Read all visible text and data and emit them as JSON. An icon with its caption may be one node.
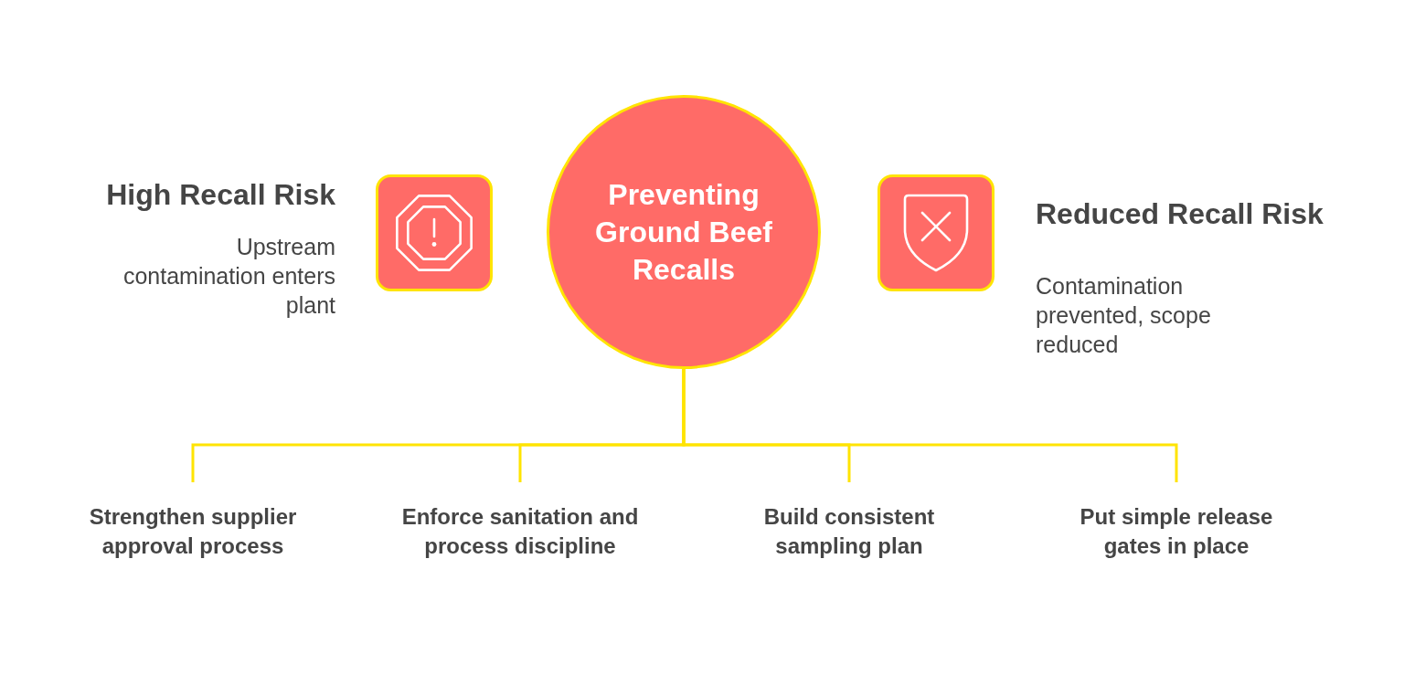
{
  "diagram": {
    "nodes": [
      {
        "text": [
          "High Recall Risk",
          "Upstream contamination enters plant"
        ]
      },
      {
        "text": [
          "Preventing Ground Beef Recalls"
        ]
      },
      {
        "text": [
          "Reduced Recall Risk",
          "Contamination prevented, scope reduced"
        ]
      },
      {
        "text": [
          "Strengthen supplier approval process"
        ]
      },
      {
        "text": [
          "Enforce sanitation and process discipline"
        ]
      },
      {
        "text": [
          "Build consistent sampling plan"
        ]
      },
      {
        "text": [
          "Put simple release gates in place"
        ]
      }
    ],
    "edges": [
      {
        "from": 1,
        "to": 3,
        "arrow": "none"
      },
      {
        "from": 1,
        "to": 4,
        "arrow": "none"
      },
      {
        "from": 1,
        "to": 5,
        "arrow": "none"
      },
      {
        "from": 1,
        "to": 6,
        "arrow": "none"
      }
    ]
  }
}
